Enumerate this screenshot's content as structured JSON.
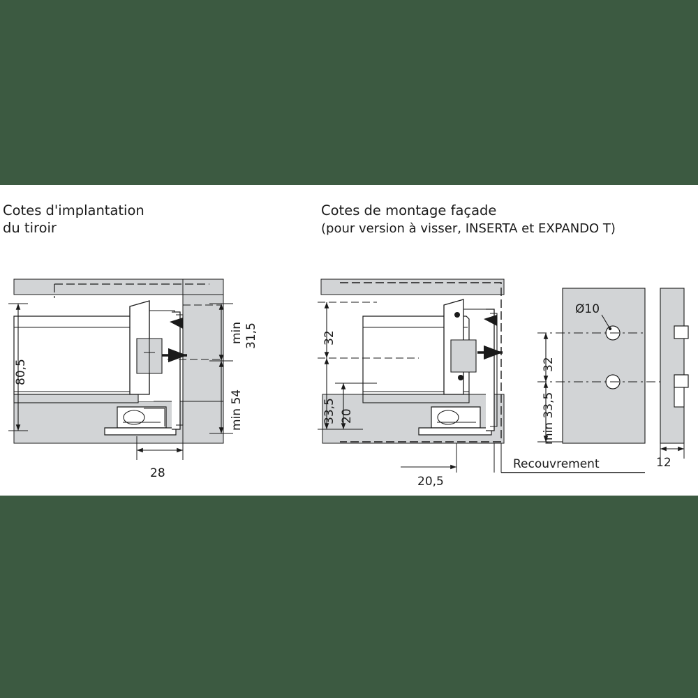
{
  "page": {
    "background_color": "#3c5a41",
    "sheet_color": "#ffffff"
  },
  "headings": {
    "left_title_line1": "Cotes d'implantation",
    "left_title_line2": "du tiroir",
    "right_title_line1": "Cotes de montage façade",
    "right_title_line2": "(pour version à visser, INSERTA et EXPANDO T)"
  },
  "diagrams": [
    {
      "name": "cotes-implantation-du-tiroir",
      "labels": [
        {
          "text": "80,5",
          "orientation": "vertical"
        },
        {
          "text": "min",
          "orientation": "vertical"
        },
        {
          "text": "31,5",
          "orientation": "vertical"
        },
        {
          "text": "min 54",
          "orientation": "vertical"
        },
        {
          "text": "28",
          "orientation": "horizontal"
        }
      ]
    },
    {
      "name": "cotes-de-montage-facade",
      "labels": [
        {
          "text": "32",
          "orientation": "vertical"
        },
        {
          "text": "33,5",
          "orientation": "vertical"
        },
        {
          "text": "20",
          "orientation": "vertical"
        },
        {
          "text": "20,5",
          "orientation": "horizontal"
        }
      ]
    },
    {
      "name": "facade-front-view",
      "labels": [
        {
          "text": "Ø10",
          "orientation": "horizontal"
        },
        {
          "text": "32",
          "orientation": "vertical"
        },
        {
          "text": "min 33,5",
          "orientation": "vertical"
        },
        {
          "text": "Recouvrement",
          "orientation": "horizontal"
        }
      ]
    },
    {
      "name": "facade-side-view",
      "labels": [
        {
          "text": "12",
          "orientation": "horizontal"
        }
      ]
    }
  ],
  "colors": {
    "line": "#1a1a1a",
    "panel_fill": "#d2d4d6",
    "light_fill": "#e8e9ea",
    "mid_fill": "#b9bcbf"
  }
}
